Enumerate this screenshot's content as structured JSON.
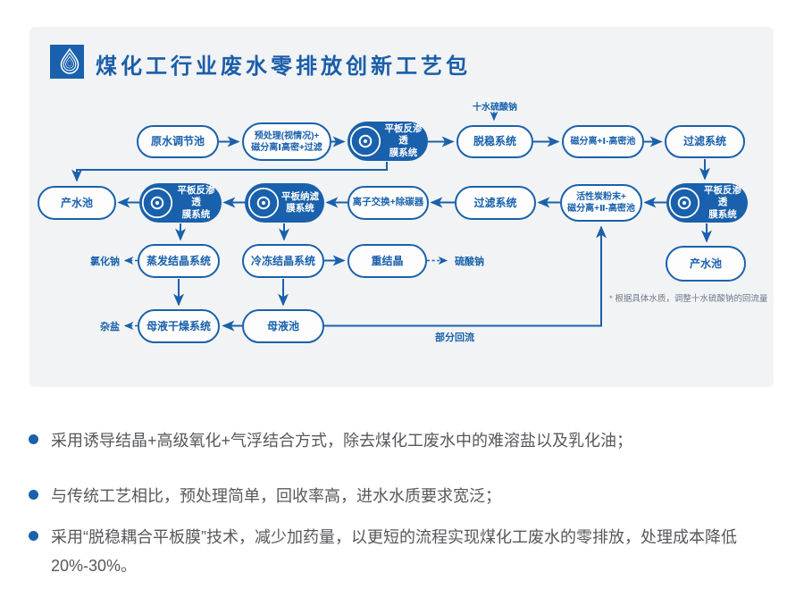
{
  "header": {
    "title": "煤化工行业废水零排放创新工艺包"
  },
  "icons": {
    "logo": "water-drop-logo",
    "membrane_disc": "concentric-disc-icon"
  },
  "colors": {
    "primary_blue": "#1961ac",
    "card_bg": "#f2f3f4",
    "bullet_text": "#57585b",
    "footnote_text": "#6b7a8c"
  },
  "flow": {
    "nodes": {
      "raw_water": {
        "label": "原水调节池"
      },
      "pretreat": {
        "label": "预处理(视情况)+\n磁分离Ⅰ高密+过滤"
      },
      "fro1": {
        "label": "平板反渗透\n膜系统"
      },
      "destab": {
        "label": "脱稳系统"
      },
      "magsep1": {
        "label": "磁分离+Ⅰ-高密池"
      },
      "filter1": {
        "label": "过滤系统"
      },
      "prod_pool_left": {
        "label": "产水池"
      },
      "fro2": {
        "label": "平板反渗透\n膜系统"
      },
      "fnf": {
        "label": "平板纳滤\n膜系统"
      },
      "ion_exchange": {
        "label": "离子交换+除碳器"
      },
      "filter2": {
        "label": "过滤系统"
      },
      "ac_magsep2": {
        "label": "活性炭粉末+\n磁分离+Ⅱ-高密池"
      },
      "fro3": {
        "label": "平板反渗透\n膜系统"
      },
      "evap": {
        "label": "蒸发结晶系统"
      },
      "freeze": {
        "label": "冷冻结晶系统"
      },
      "recryst": {
        "label": "重结晶"
      },
      "prod_pool_right": {
        "label": "产水池"
      },
      "dry": {
        "label": "母液干燥系统"
      },
      "mother": {
        "label": "母液池"
      }
    },
    "labels": {
      "sodium_sulfate_decahydrate": "十水硫酸钠",
      "sodium_chloride": "氯化钠",
      "sodium_sulfate": "硫酸钠",
      "mixed_salt": "杂盐",
      "partial_reflux": "部分回流",
      "footnote": "* 根据具体水质，调整十水硫酸钠的回流量"
    }
  },
  "bullets": [
    "采用诱导结晶+高级氧化+气浮结合方式，除去煤化工废水中的难溶盐以及乳化油；",
    "与传统工艺相比，预处理简单，回收率高，进水水质要求宽泛；",
    "采用“脱稳耦合平板膜”技术，减少加药量，以更短的流程实现煤化工废水的零排放，处理成本降低20%-30%。"
  ]
}
